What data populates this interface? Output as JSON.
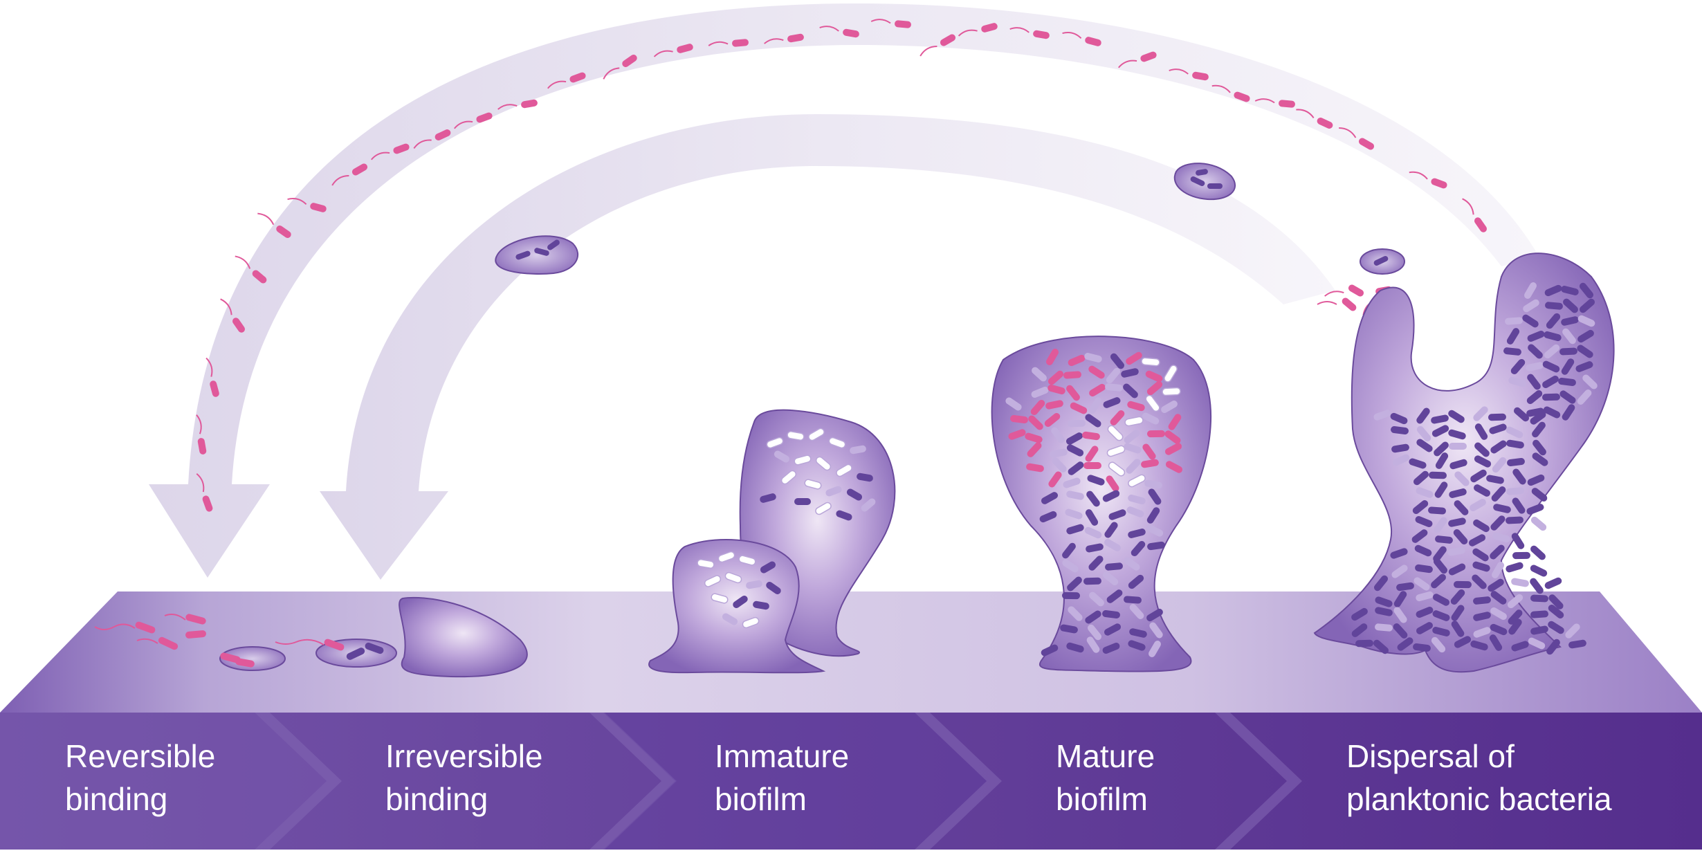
{
  "stages": [
    {
      "line1": "Reversible",
      "line2": "binding"
    },
    {
      "line1": "Irreversible",
      "line2": "binding"
    },
    {
      "line1": "Immature",
      "line2": "biofilm"
    },
    {
      "line1": "Mature",
      "line2": "biofilm"
    },
    {
      "line1": "Dispersal of",
      "line2": "planktonic bacteria"
    }
  ],
  "colors": {
    "band_dark": "#58318f",
    "band_mid": "#7450a7",
    "surface": "#d6cbe6",
    "surface_edge": "#8a69b9",
    "arrow": "#e6e1f0",
    "biofilm": "#9c80c6",
    "biofilm_light": "#e8def2",
    "biofilm_edge": "#6a4a9c",
    "bacteria_pink": "#e0599a",
    "bacteria_purple": "#61449a",
    "bacteria_lilac": "#c3b0df",
    "bacteria_white": "#ffffff"
  }
}
